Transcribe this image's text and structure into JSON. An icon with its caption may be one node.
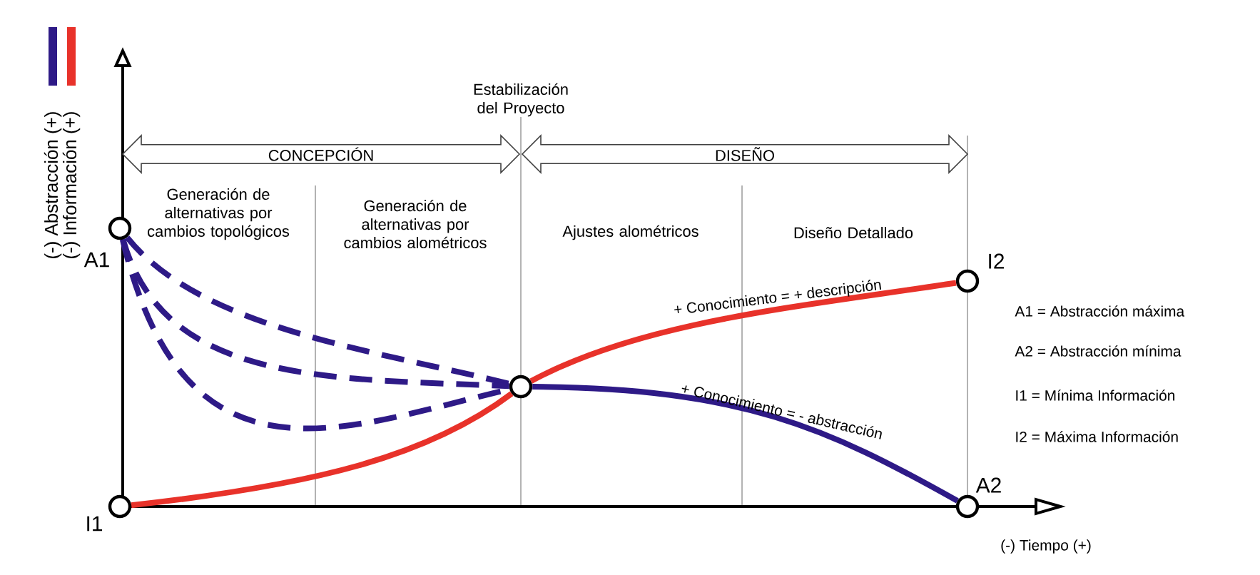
{
  "diagram": {
    "nodes": [
      {
        "text": [
          "CONCEPCIÓN"
        ]
      },
      {
        "text": [
          "DISEÑO"
        ]
      },
      {
        "text": [],
        "shape": "circle",
        "beside": [
          "A1"
        ]
      },
      {
        "text": [],
        "shape": "circle"
      },
      {
        "text": [],
        "shape": "circle",
        "beside": [
          "I2"
        ]
      },
      {
        "text": [],
        "shape": "circle",
        "beside": [
          "I1"
        ]
      },
      {
        "text": [],
        "shape": "circle",
        "beside": [
          "A2"
        ]
      }
    ],
    "edges": [
      {
        "from": 5,
        "to": 3,
        "arrow": "none",
        "color": "#e8322a"
      },
      {
        "from": 3,
        "to": 4,
        "arrow": "none",
        "color": "#e8322a",
        "label": "+ Conocimiento = + descripción"
      },
      {
        "from": 2,
        "to": 3,
        "arrow": "none",
        "style": "dashed"
      },
      {
        "from": 2,
        "to": 3,
        "arrow": "none",
        "style": "dashed"
      },
      {
        "from": 2,
        "to": 3,
        "arrow": "none",
        "style": "dashed"
      },
      {
        "from": 3,
        "to": 6,
        "arrow": "none",
        "label": "+ Conocimiento = - abstracción"
      }
    ],
    "labels": [
      "Estabilización del Proyecto",
      "Generación de alternativas por cambios topológicos",
      "Generación de alternativas por cambios alométricos",
      "Ajustes alométricos",
      "Diseño  Detallado",
      "A1 = Abstracción máxima",
      "A2 = Abstracción mínima",
      "I1 = Mínima Información",
      "I2 = Máxima Información",
      "(-) Tiempo (+)"
    ],
    "legend": [
      {
        "text": "(-) Abstracción (+)",
        "color": "#2e1a87"
      },
      {
        "text": "(-) Información (+)",
        "color": "#e8322a"
      }
    ]
  }
}
